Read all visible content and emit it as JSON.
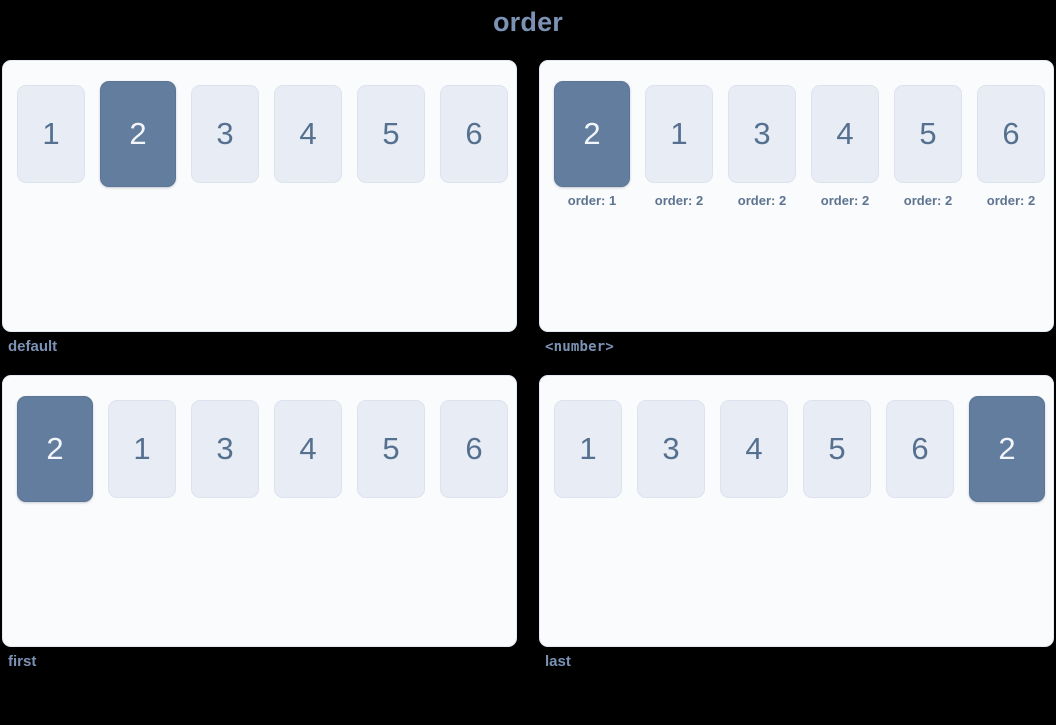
{
  "title": "order",
  "accent_color": "#7b92b5",
  "tile_color": "#e8ecf4",
  "tile_active_color": "#637d9e",
  "panel_bg": "#fafbfd",
  "page_bg": "#000000",
  "panels": [
    {
      "caption": "default",
      "caption_style": "text",
      "items": [
        {
          "label": "1",
          "active": false,
          "note": ""
        },
        {
          "label": "2",
          "active": true,
          "note": ""
        },
        {
          "label": "3",
          "active": false,
          "note": ""
        },
        {
          "label": "4",
          "active": false,
          "note": ""
        },
        {
          "label": "5",
          "active": false,
          "note": ""
        },
        {
          "label": "6",
          "active": false,
          "note": ""
        }
      ]
    },
    {
      "caption": "<number>",
      "caption_style": "mono",
      "items": [
        {
          "label": "2",
          "active": true,
          "note": "order: 1"
        },
        {
          "label": "1",
          "active": false,
          "note": "order: 2"
        },
        {
          "label": "3",
          "active": false,
          "note": "order: 2"
        },
        {
          "label": "4",
          "active": false,
          "note": "order: 2"
        },
        {
          "label": "5",
          "active": false,
          "note": "order: 2"
        },
        {
          "label": "6",
          "active": false,
          "note": "order: 2"
        }
      ]
    },
    {
      "caption": "first",
      "caption_style": "text",
      "items": [
        {
          "label": "2",
          "active": true,
          "note": ""
        },
        {
          "label": "1",
          "active": false,
          "note": ""
        },
        {
          "label": "3",
          "active": false,
          "note": ""
        },
        {
          "label": "4",
          "active": false,
          "note": ""
        },
        {
          "label": "5",
          "active": false,
          "note": ""
        },
        {
          "label": "6",
          "active": false,
          "note": ""
        }
      ]
    },
    {
      "caption": "last",
      "caption_style": "text",
      "items": [
        {
          "label": "1",
          "active": false,
          "note": ""
        },
        {
          "label": "3",
          "active": false,
          "note": ""
        },
        {
          "label": "4",
          "active": false,
          "note": ""
        },
        {
          "label": "5",
          "active": false,
          "note": ""
        },
        {
          "label": "6",
          "active": false,
          "note": ""
        },
        {
          "label": "2",
          "active": true,
          "note": ""
        }
      ]
    }
  ]
}
